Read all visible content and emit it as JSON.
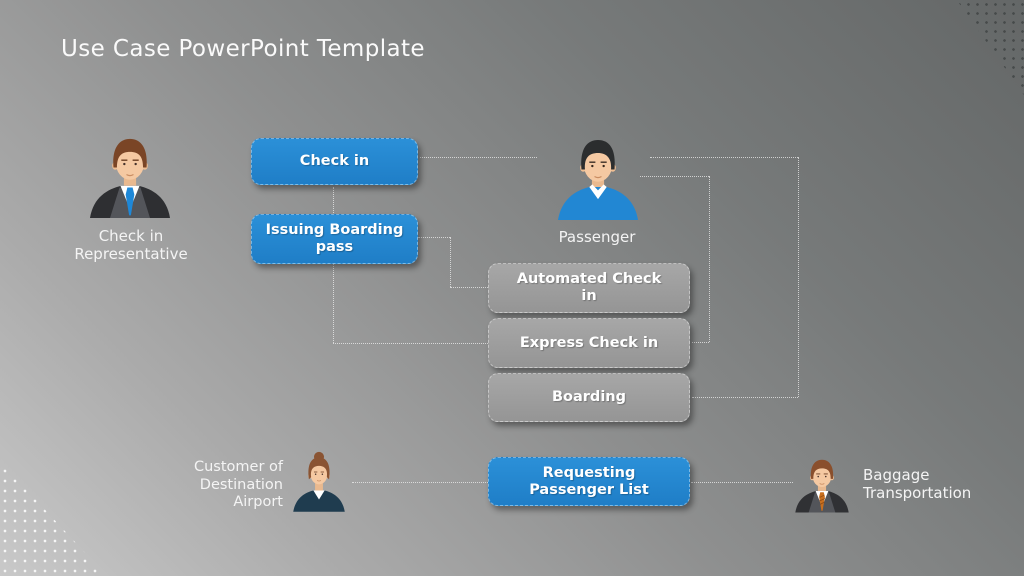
{
  "title": "Use Case PowerPoint Template",
  "colors": {
    "accent_blue": "#2389d2",
    "use_case_gray": "#9e9e9e",
    "background_dark": "#646767",
    "background_light": "#c9c9c9",
    "connector": "#eeeeee",
    "text": "#ffffff"
  },
  "actors": {
    "checkin_representative": {
      "label": "Check in\nRepresentative"
    },
    "passenger": {
      "label": "Passenger"
    },
    "customer_destination_airport": {
      "label": "Customer of\nDestination\nAirport"
    },
    "baggage_transportation": {
      "label": "Baggage\nTransportation"
    }
  },
  "use_cases": {
    "check_in": {
      "label": "Check in",
      "style": "blue"
    },
    "issuing_boarding_pass": {
      "label": "Issuing Boarding\npass",
      "style": "blue"
    },
    "automated_check_in": {
      "label": "Automated Check\nin",
      "style": "gray"
    },
    "express_check_in": {
      "label": "Express Check in",
      "style": "gray"
    },
    "boarding": {
      "label": "Boarding",
      "style": "gray"
    },
    "requesting_passenger_list": {
      "label": "Requesting\nPassenger List",
      "style": "blue"
    }
  }
}
